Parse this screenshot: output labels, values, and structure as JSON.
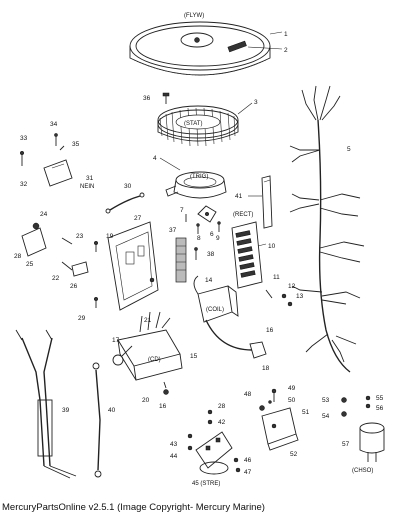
{
  "diagram": {
    "part_labels": {
      "flyw": "(FLYW)",
      "stat": "(STAT)",
      "trig": "(TRIG)",
      "rect": "(RECT)",
      "coil": "(COIL)",
      "cd": "(CD)",
      "nein": "NEIN",
      "stre": "45 (STRE)",
      "chso": "(CHSO)"
    },
    "callouts": {
      "n1": "1",
      "n2": "2",
      "n3": "3",
      "n4": "4",
      "n5": "5",
      "n6": "6",
      "n7": "7",
      "n8": "8",
      "n9": "9",
      "n10": "10",
      "n11": "11",
      "n12": "12",
      "n13": "13",
      "n14": "14",
      "n15": "15",
      "n16a": "16",
      "n16b": "16",
      "n17": "17",
      "n18": "18",
      "n19": "19",
      "n20": "20",
      "n21": "21",
      "n22": "22",
      "n23": "23",
      "n24": "24",
      "n25": "25",
      "n26": "26",
      "n27": "27",
      "n28a": "28",
      "n28b": "28",
      "n29": "29",
      "n30": "30",
      "n31": "31",
      "n32": "32",
      "n33": "33",
      "n34": "34",
      "n35": "35",
      "n36": "36",
      "n37": "37",
      "n38": "38",
      "n39": "39",
      "n40": "40",
      "n41": "41",
      "n42": "42",
      "n43": "43",
      "n44": "44",
      "n46": "46",
      "n47": "47",
      "n48": "48",
      "n49": "49",
      "n50": "50",
      "n51": "51",
      "n52": "52",
      "n53": "53",
      "n54": "54",
      "n55": "55",
      "n56": "56",
      "n57": "57"
    }
  },
  "caption": "MercuryPartsOnline v2.5.1 (Image Copyright- Mercury Marine)"
}
